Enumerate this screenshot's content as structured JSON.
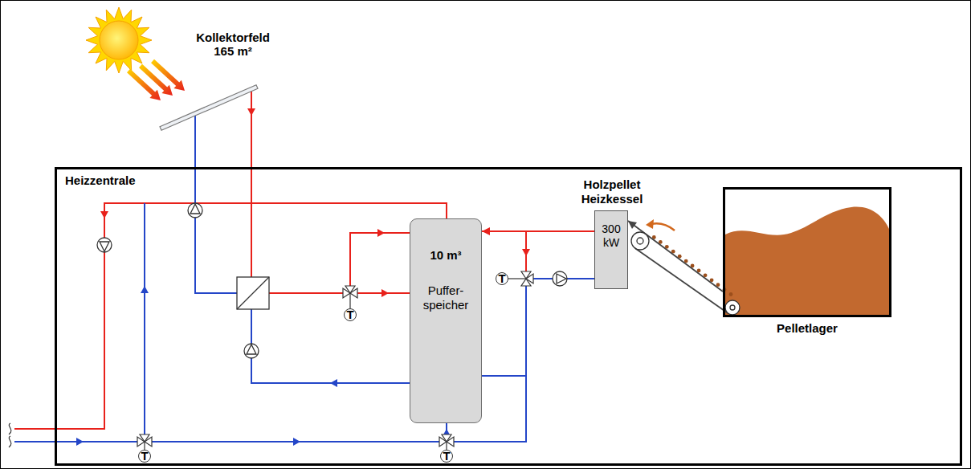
{
  "diagram": {
    "nodes": [
      {
        "text": [
          "Kollektorfeld 165 m²"
        ]
      },
      {
        "text": [
          "Heizzentrale"
        ]
      },
      {
        "text": [
          "10 m³",
          "Puffer- speicher"
        ],
        "in": 1
      },
      {
        "text": [
          "Holzpellet Heizkessel",
          "300 kW"
        ],
        "in": 1
      },
      {
        "text": [
          "Pelletlager"
        ],
        "in": 1
      },
      {
        "text": [
          "T"
        ],
        "in": 1
      },
      {
        "text": [
          "T"
        ],
        "in": 1
      },
      {
        "text": [
          "T"
        ],
        "in": 1
      },
      {
        "text": [
          "T"
        ],
        "in": 1
      }
    ],
    "edges": [
      {
        "from": 3,
        "to": 2,
        "arrow": "to"
      },
      {
        "from": 2,
        "to": 3,
        "arrow": "none"
      },
      {
        "from": 4,
        "to": 3,
        "arrow": "to"
      }
    ]
  }
}
